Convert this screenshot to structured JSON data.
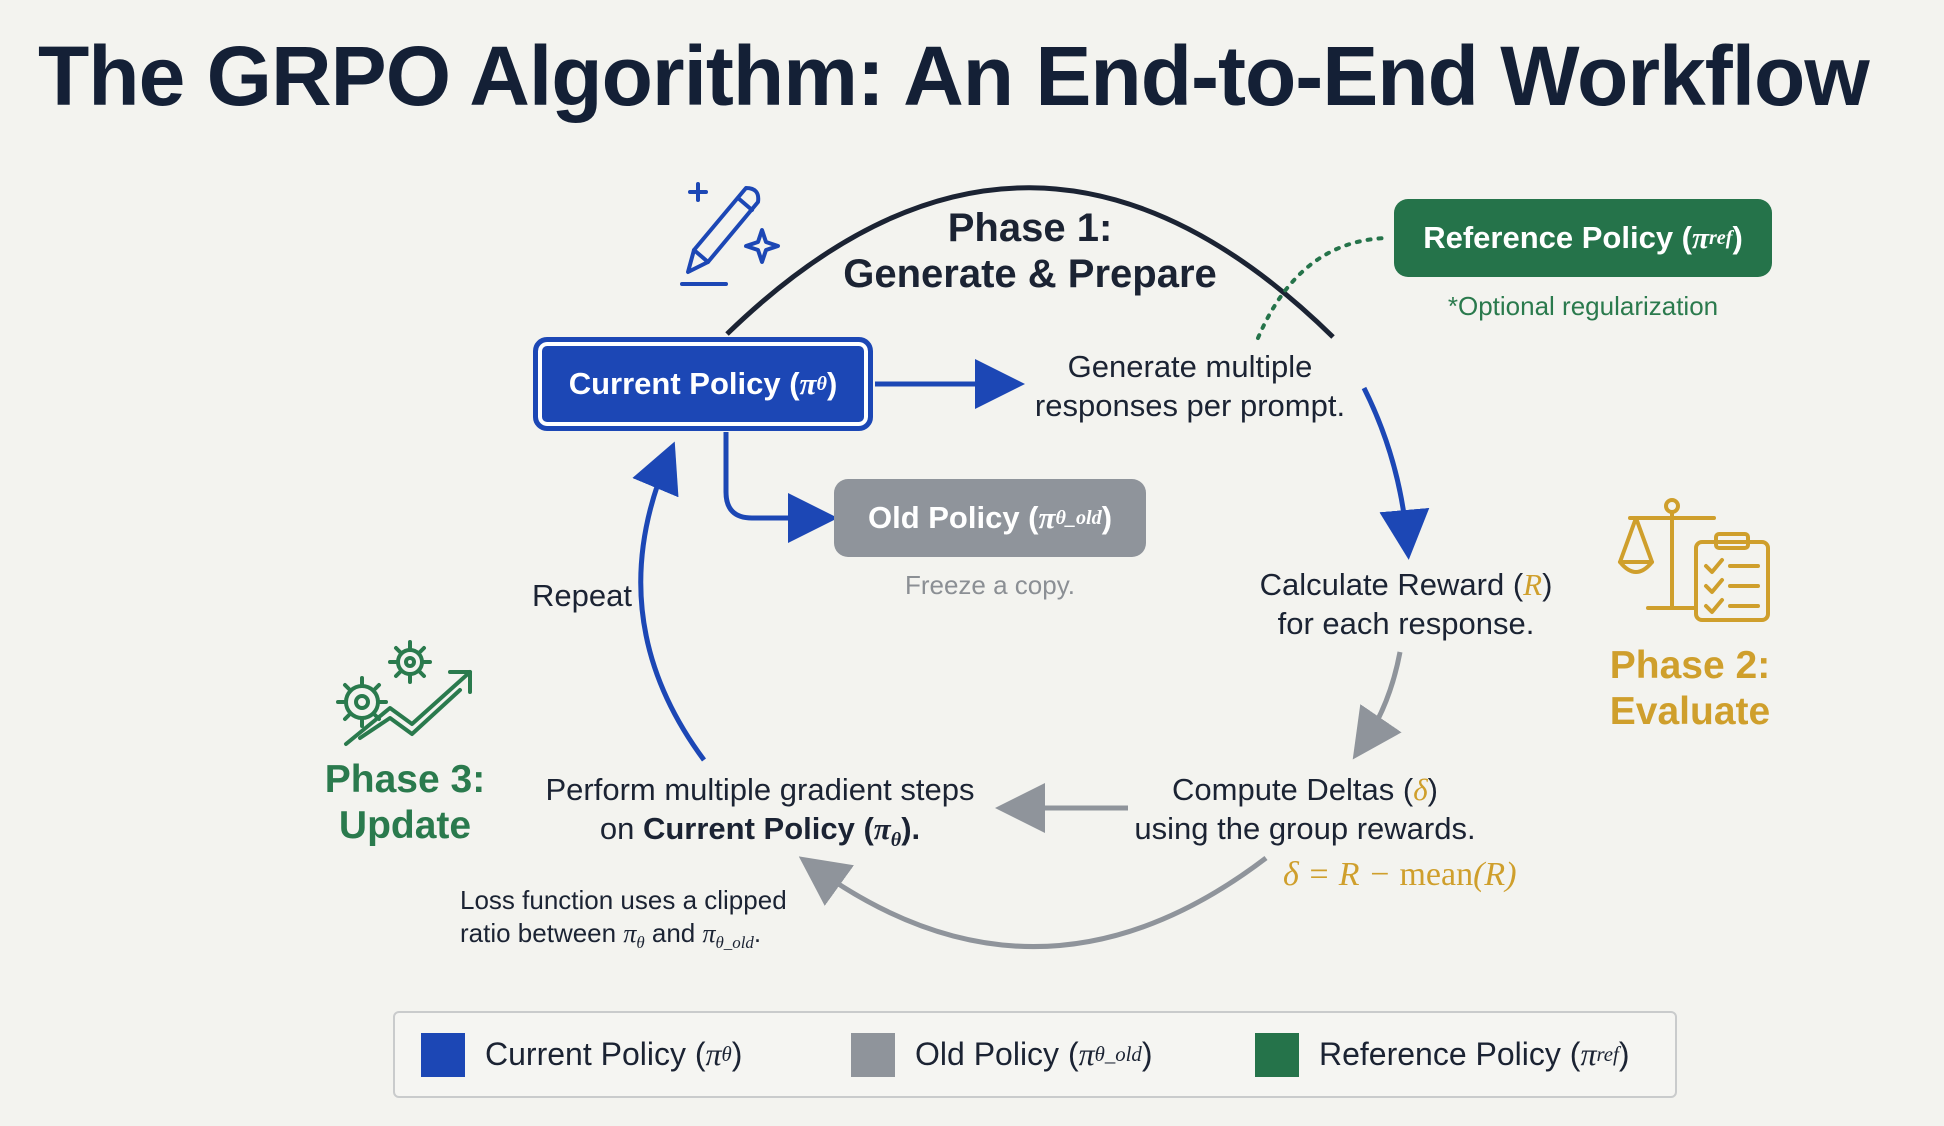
{
  "title": "The GRPO Algorithm: An End-to-End Workflow",
  "phase1": {
    "line1": "Phase 1:",
    "line2": "Generate & Prepare"
  },
  "phase2": {
    "line1": "Phase 2:",
    "line2": "Evaluate"
  },
  "phase3": {
    "line1": "Phase 3:",
    "line2": "Update"
  },
  "current_policy": {
    "label": "Current Policy (",
    "symbol": "π",
    "sub": "θ",
    "close": ")"
  },
  "old_policy": {
    "label": "Old Policy (",
    "symbol": "π",
    "sub": "θ_old",
    "close": ")",
    "note": "Freeze a copy."
  },
  "reference_policy": {
    "label": "Reference Policy (",
    "symbol": "π",
    "sub": "ref",
    "close": ")",
    "note": "*Optional regularization"
  },
  "generate": {
    "line1": "Generate multiple",
    "line2": "responses per prompt."
  },
  "reward": {
    "line1_pre": "Calculate Reward (",
    "symbol": "R",
    "line1_post": ")",
    "line2": "for each response."
  },
  "deltas": {
    "line1_pre": "Compute Deltas (",
    "symbol": "δ",
    "line1_post": ")",
    "line2": "using the group rewards.",
    "formula_lhs": "δ = R − ",
    "formula_fn": "mean",
    "formula_arg": "(R)"
  },
  "gradient": {
    "line1": "Perform multiple gradient steps",
    "line2_pre": "on ",
    "line2_bold": "Current Policy (",
    "symbol": "π",
    "sub": "θ",
    "line2_close": ")."
  },
  "loss": {
    "line1": "Loss function uses a clipped",
    "line2_pre": "ratio between ",
    "sym1": "π",
    "sub1": "θ",
    "mid": " and ",
    "sym2": "π",
    "sub2": "θ_old",
    "end": "."
  },
  "repeat": "Repeat",
  "legend": [
    {
      "label": "Current Policy (",
      "symbol": "π",
      "sub": "θ",
      "close": ")",
      "color": "#1c47b5"
    },
    {
      "label": "Old Policy (",
      "symbol": "π",
      "sub": "θ_old",
      "close": ")",
      "color": "#8f949b"
    },
    {
      "label": "Reference Policy (",
      "symbol": "π",
      "sub": "ref",
      "close": ")",
      "color": "#25734a"
    }
  ],
  "colors": {
    "blue": "#1c47b5",
    "gray": "#8f949b",
    "green": "#25734a",
    "gold": "#cf9f2c"
  },
  "icons": [
    "pen-sparkle-icon",
    "scales-clipboard-icon",
    "gears-growth-arrow-icon"
  ]
}
